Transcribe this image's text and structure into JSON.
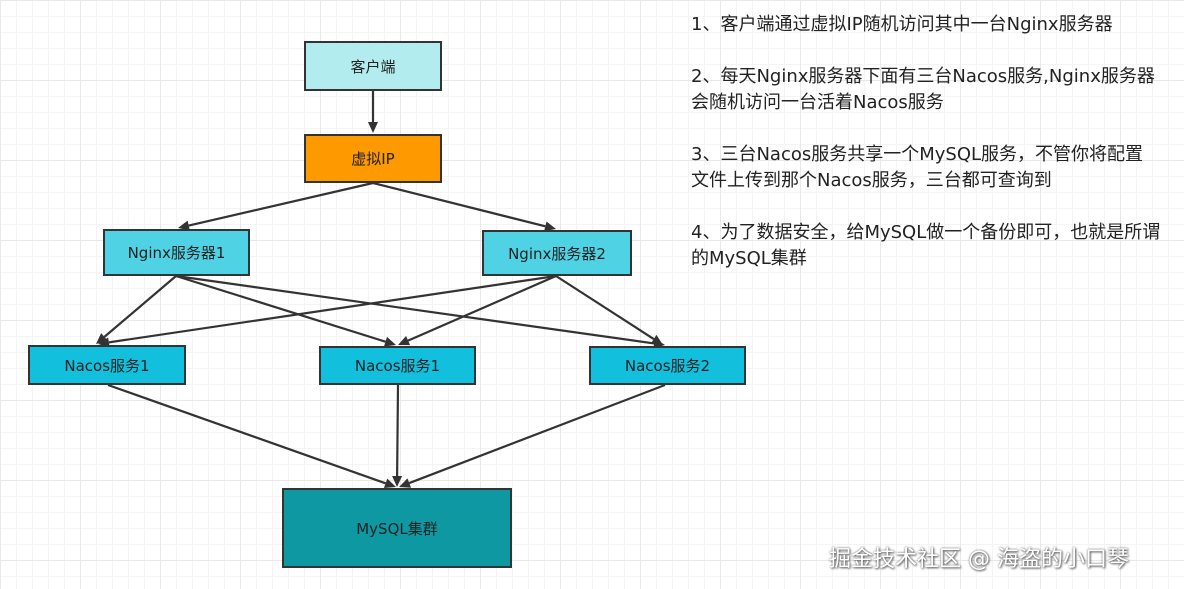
{
  "diagram": {
    "nodes": [
      {
        "id": "client",
        "label": "客户端",
        "fill": "#b3ecee"
      },
      {
        "id": "vip",
        "label": "虚拟IP",
        "fill": "#ff9900"
      },
      {
        "id": "nginx1",
        "label": "Nginx服务器1",
        "fill": "#4fd2e4"
      },
      {
        "id": "nginx2",
        "label": "Nginx服务器2",
        "fill": "#4fd2e4"
      },
      {
        "id": "nacos_a",
        "label": "Nacos服务1",
        "fill": "#12bfdc"
      },
      {
        "id": "nacos_b",
        "label": "Nacos服务1",
        "fill": "#12bfdc"
      },
      {
        "id": "nacos_c",
        "label": "Nacos服务2",
        "fill": "#12bfdc"
      },
      {
        "id": "mysql",
        "label": "MySQL集群",
        "fill": "#0e98a2"
      }
    ],
    "edges": [
      {
        "from": "client",
        "to": "vip"
      },
      {
        "from": "vip",
        "to": "nginx1"
      },
      {
        "from": "vip",
        "to": "nginx2"
      },
      {
        "from": "nginx1",
        "to": "nacos_a"
      },
      {
        "from": "nginx1",
        "to": "nacos_b"
      },
      {
        "from": "nginx1",
        "to": "nacos_c"
      },
      {
        "from": "nginx2",
        "to": "nacos_a"
      },
      {
        "from": "nginx2",
        "to": "nacos_b"
      },
      {
        "from": "nginx2",
        "to": "nacos_c"
      },
      {
        "from": "nacos_a",
        "to": "mysql"
      },
      {
        "from": "nacos_b",
        "to": "mysql"
      },
      {
        "from": "nacos_c",
        "to": "mysql"
      }
    ]
  },
  "notes": [
    "1、客户端通过虚拟IP随机访问其中一台Nginx服务器",
    "2、每天Nginx服务器下面有三台Nacos服务,Nginx服务器会随机访问一台活着Nacos服务",
    "3、三台Nacos服务共享一个MySQL服务，不管你将配置文件上传到那个Nacos服务，三台都可查询到",
    "4、为了数据安全，给MySQL做一个备份即可，也就是所谓的MySQL集群"
  ],
  "watermark": "掘金技术社区 @ 海盗的小口琴",
  "colors": {
    "edge": "#333333",
    "border": "#333333"
  }
}
